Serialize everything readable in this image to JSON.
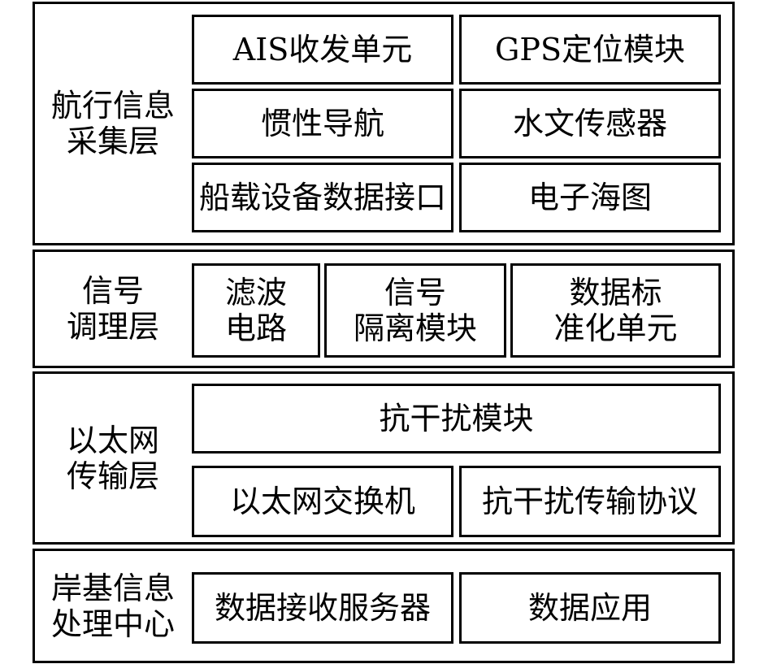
{
  "layers": {
    "nav": {
      "label": "航行信息\n采集层",
      "boxes": [
        "AIS收发单元",
        "GPS定位模块",
        "惯性导航",
        "水文传感器",
        "船载设备数据接口",
        "电子海图"
      ]
    },
    "signal": {
      "label": "信号\n调理层",
      "boxes": [
        "滤波\n电路",
        "信号\n隔离模块",
        "数据标\n准化单元"
      ]
    },
    "ethernet": {
      "label": "以太网\n传输层",
      "boxes": [
        "抗干扰模块",
        "以太网交换机",
        "抗干扰传输协议"
      ]
    },
    "shore": {
      "label": "岸基信息\n处理中心",
      "boxes": [
        "数据接收服务器",
        "数据应用"
      ]
    }
  }
}
